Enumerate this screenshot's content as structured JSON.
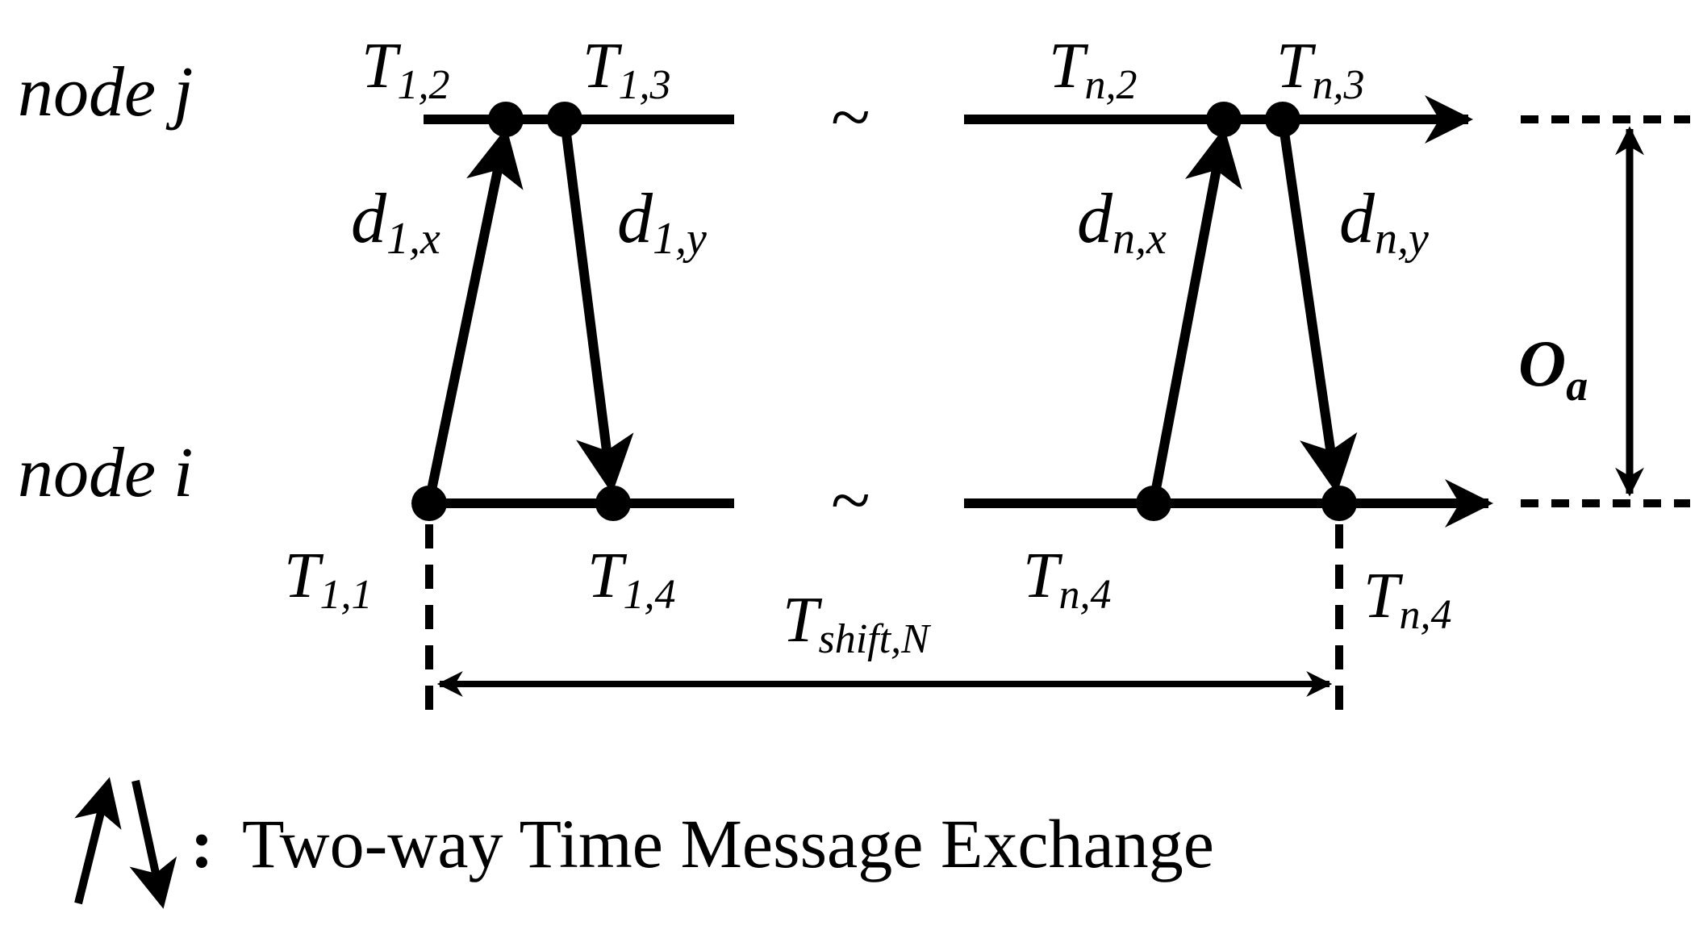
{
  "nodes": {
    "j": "node j",
    "i": "node i"
  },
  "timestamps": {
    "t12": {
      "main": "T",
      "sub": "1,2"
    },
    "t13": {
      "main": "T",
      "sub": "1,3"
    },
    "tn2": {
      "main": "T",
      "sub": "n,2"
    },
    "tn3": {
      "main": "T",
      "sub": "n,3"
    },
    "t11": {
      "main": "T",
      "sub": "1,1"
    },
    "t14": {
      "main": "T",
      "sub": "1,4"
    },
    "tn4a": {
      "main": "T",
      "sub": "n,4"
    },
    "tn4b": {
      "main": "T",
      "sub": "n,4"
    },
    "tshift": {
      "main": "T",
      "sub": "shift,N"
    }
  },
  "delays": {
    "d1x": {
      "main": "d",
      "sub": "1,x"
    },
    "d1y": {
      "main": "d",
      "sub": "1,y"
    },
    "dnx": {
      "main": "d",
      "sub": "n,x"
    },
    "dny": {
      "main": "d",
      "sub": "n,y"
    }
  },
  "offset": {
    "main": "O",
    "sub": "a"
  },
  "break_symbol": "~",
  "legend": {
    "separator": ":",
    "text": "Two-way Time Message Exchange"
  }
}
